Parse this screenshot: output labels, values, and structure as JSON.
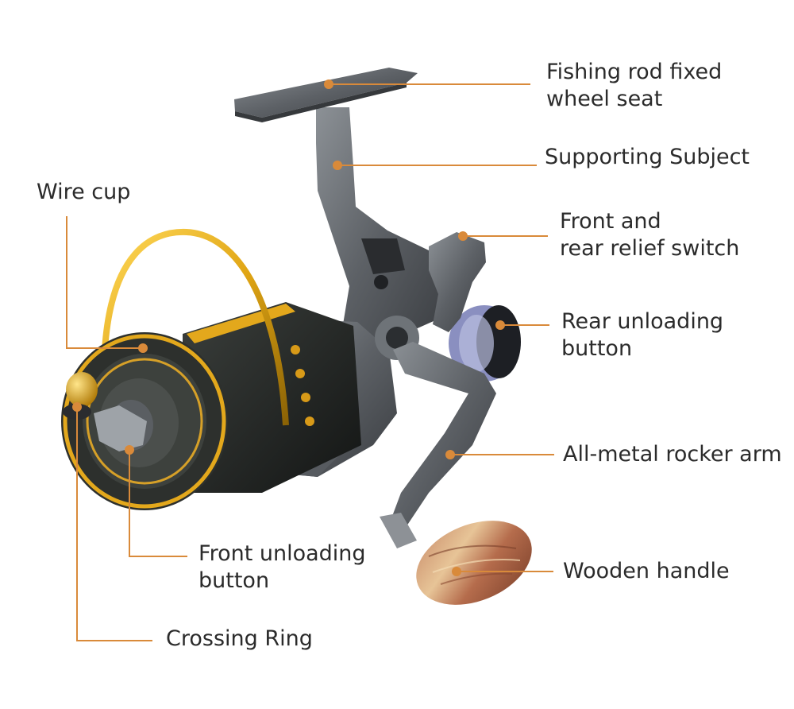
{
  "accent_color": "#d98a3a",
  "labels": {
    "rod_seat": [
      "Fishing rod fixed",
      "wheel seat"
    ],
    "support": [
      "Supporting Subject"
    ],
    "wire_cup": [
      "Wire cup"
    ],
    "relief_switch": [
      "Front and",
      "rear relief switch"
    ],
    "rear_button": [
      "Rear unloading",
      "button"
    ],
    "rocker_arm": [
      "All-metal rocker arm"
    ],
    "front_button": [
      "Front unloading",
      "button"
    ],
    "wooden_handle": [
      "Wooden handle"
    ],
    "crossing_ring": [
      "Crossing Ring"
    ]
  }
}
